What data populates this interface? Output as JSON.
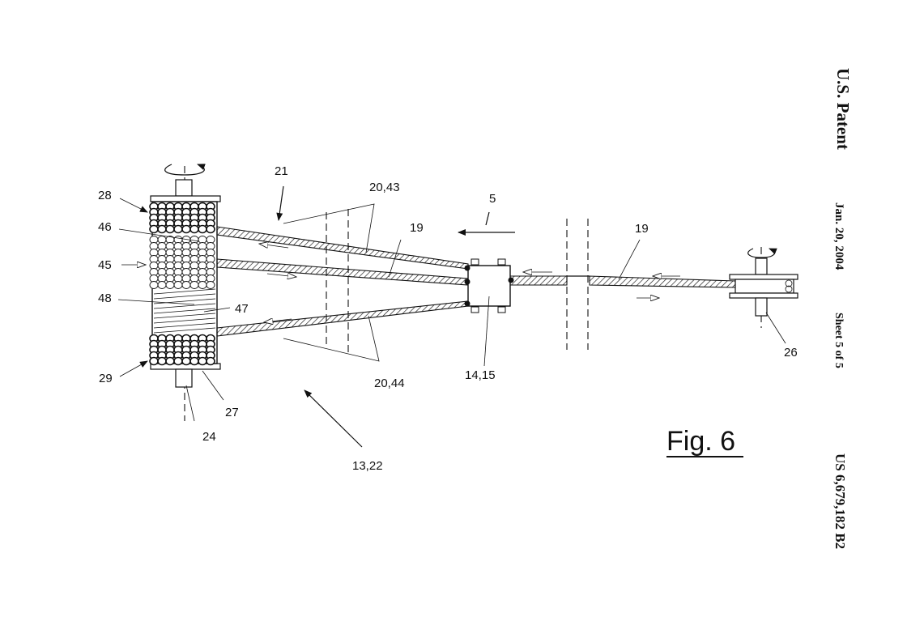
{
  "header": {
    "patent": "U.S. Patent",
    "date": "Jan. 20, 2004",
    "sheet": "Sheet 5 of 5",
    "number": "US 6,679,182 B2"
  },
  "figure": {
    "title": "Fig. 6"
  },
  "reference_labels": {
    "r21": "21",
    "r2043": "20,43",
    "r5": "5",
    "r28": "28",
    "r46": "46",
    "r19a": "19",
    "r19b": "19",
    "r45": "45",
    "r48": "48",
    "r47": "47",
    "r29": "29",
    "r2044": "20,44",
    "r1415": "14,15",
    "r27": "27",
    "r24": "24",
    "r1322": "13,22",
    "r26": "26"
  }
}
